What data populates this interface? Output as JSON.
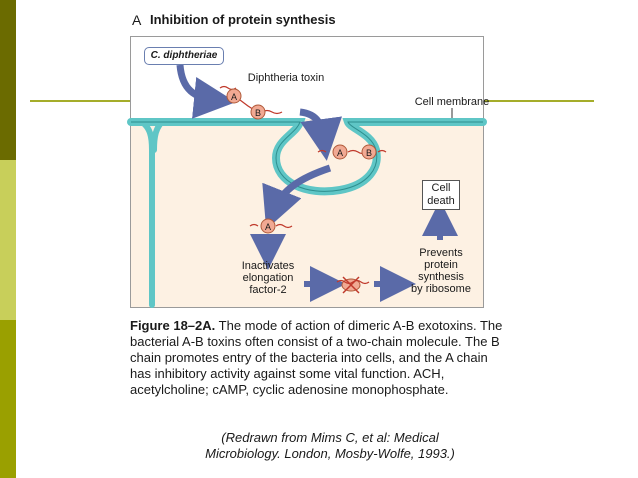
{
  "slide": {
    "colors": {
      "stripe_dark": "#6b6b00",
      "stripe_light": "#c8cf5a",
      "rule": "#a5ad2a",
      "membrane": "#5fc6c6",
      "arrow": "#5a6aa8",
      "toxin": "#f1a993",
      "cytoplasm": "#fdf1e3"
    }
  },
  "figure": {
    "panel_letter": "A",
    "panel_title": "Inhibition of protein synthesis",
    "labels": {
      "organism": "C. diphtheriae",
      "toxin": "Diphtheria toxin",
      "membrane": "Cell membrane",
      "chain_a": "A",
      "chain_b": "B",
      "cell_death_1": "Cell",
      "cell_death_2": "death",
      "inactivates_1": "Inactivates",
      "inactivates_2": "elongation",
      "inactivates_3": "factor-2",
      "prevents_1": "Prevents",
      "prevents_2": "protein",
      "prevents_3": "synthesis",
      "prevents_4": "by ribosome"
    }
  },
  "caption": {
    "label": "Figure 18–2A.",
    "text": " The mode of action of dimeric A-B exotoxins. The bacterial A-B toxins often consist of a two-chain molecule. The B chain promotes entry of the bacteria into cells, and the A chain has inhibitory activity against some vital function. ACH, acetylcholine; cAMP, cyclic adenosine monophosphate."
  },
  "credit": {
    "line1": "(Redrawn from Mims C, et al: Medical",
    "line2": "Microbiology. London, Mosby-Wolfe, 1993.)"
  }
}
